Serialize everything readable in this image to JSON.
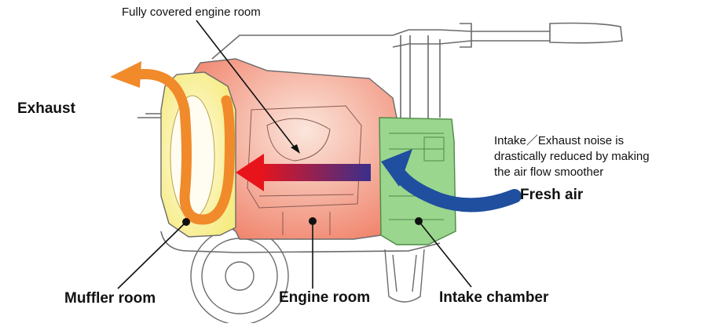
{
  "labels": {
    "title_callout": "Fully covered engine room",
    "exhaust": "Exhaust",
    "note_line1": "Intake／Exhaust noise is",
    "note_line2": "drastically reduced by making",
    "note_line3": "the air flow smoother",
    "fresh_air": "Fresh air",
    "muffler_room": "Muffler room",
    "engine_room": "Engine room",
    "intake_chamber": "Intake chamber"
  },
  "colors": {
    "engine_room_fill": "#f2927a",
    "muffler_fill": "#f7f29a",
    "intake_fill": "#9ad68e",
    "exhaust_arrow": "#f08a2a",
    "fresh_air_arrow": "#1f4f9e",
    "flow_arrow_start": "#e8141c",
    "flow_arrow_end": "#3a2f8c",
    "outline": "#6b6b6b"
  }
}
